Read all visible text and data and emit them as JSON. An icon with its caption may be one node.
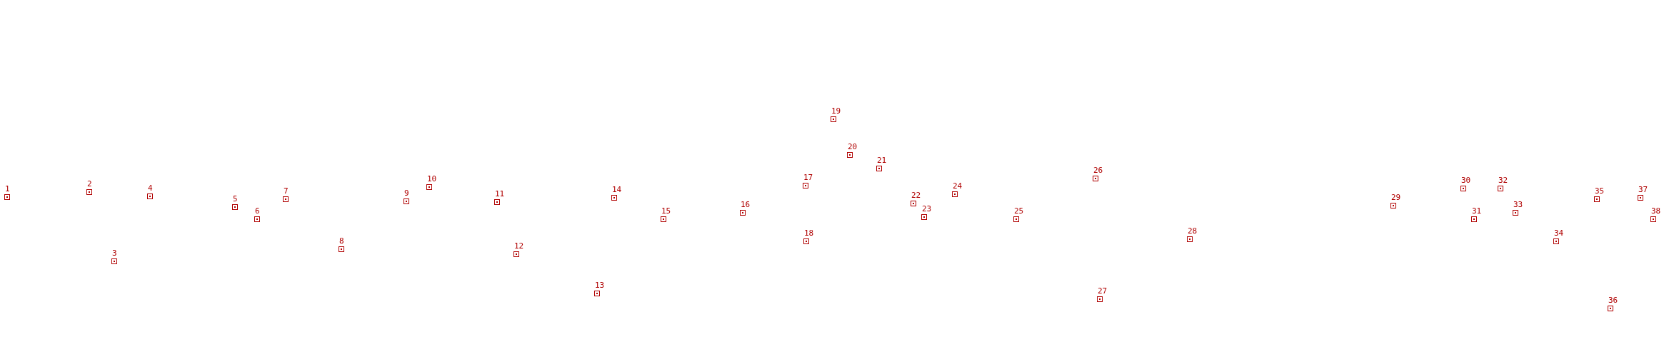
{
  "diagram": {
    "nodes": [
      {
        "text": [
          "1"
        ]
      },
      {
        "text": [
          "2"
        ]
      },
      {
        "text": [
          "3"
        ]
      },
      {
        "text": [
          "4"
        ]
      },
      {
        "text": [
          "5"
        ]
      },
      {
        "text": [
          "6"
        ]
      },
      {
        "text": [
          "7"
        ]
      },
      {
        "text": [
          "8"
        ]
      },
      {
        "text": [
          "9"
        ]
      },
      {
        "text": [
          "10"
        ]
      },
      {
        "text": [
          "11"
        ]
      },
      {
        "text": [
          "12"
        ]
      },
      {
        "text": [
          "13"
        ]
      },
      {
        "text": [
          "14"
        ]
      },
      {
        "text": [
          "15"
        ]
      },
      {
        "text": [
          "16"
        ]
      },
      {
        "text": [
          "17"
        ]
      },
      {
        "text": [
          "18"
        ]
      },
      {
        "text": [
          "19"
        ]
      },
      {
        "text": [
          "20"
        ]
      },
      {
        "text": [
          "21"
        ]
      },
      {
        "text": [
          "22"
        ]
      },
      {
        "text": [
          "23"
        ]
      },
      {
        "text": [
          "24"
        ]
      },
      {
        "text": [
          "25"
        ]
      },
      {
        "text": [
          "26"
        ]
      },
      {
        "text": [
          "27"
        ]
      },
      {
        "text": [
          "28"
        ]
      },
      {
        "text": [
          "29"
        ]
      },
      {
        "text": [
          "30"
        ]
      },
      {
        "text": [
          "31"
        ]
      },
      {
        "text": [
          "32"
        ]
      },
      {
        "text": [
          "33"
        ]
      },
      {
        "text": [
          "34"
        ]
      },
      {
        "text": [
          "35"
        ]
      },
      {
        "text": [
          "36"
        ]
      },
      {
        "text": [
          "37"
        ]
      },
      {
        "text": [
          "38"
        ]
      }
    ]
  }
}
